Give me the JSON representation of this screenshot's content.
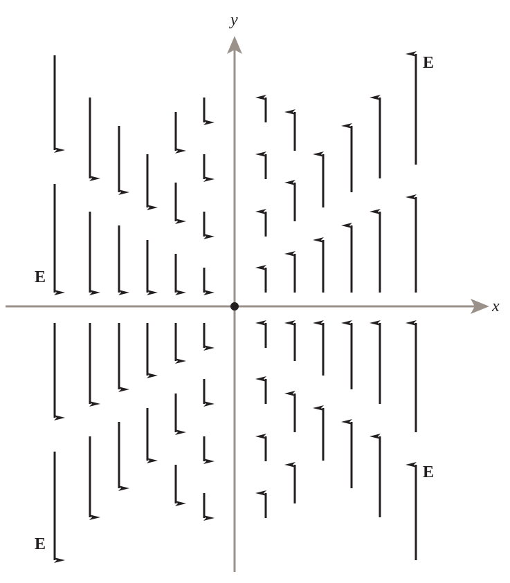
{
  "labels": {
    "x_axis": "x",
    "y_axis": "y",
    "field": "E"
  },
  "colors": {
    "axis": "#9b918b",
    "arrow": "#231f20",
    "origin": "#231f20",
    "text": "#231f20"
  }
}
